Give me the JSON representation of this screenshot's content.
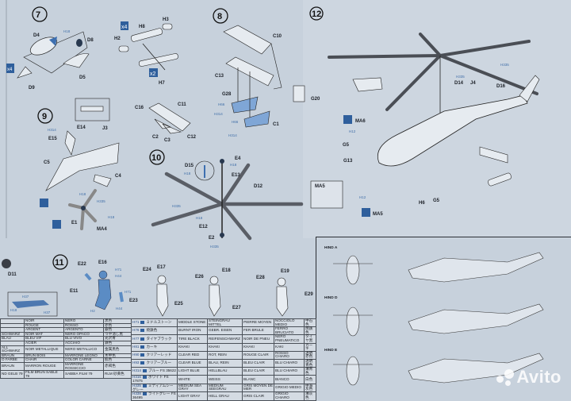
{
  "steps": [
    "7",
    "8",
    "9",
    "10",
    "11",
    "12"
  ],
  "parts": {
    "s7": [
      "D4",
      "D8",
      "D5",
      "D9",
      "H8",
      "H3",
      "H2",
      "H7"
    ],
    "s7_qty": [
      "x4",
      "x4",
      "x2"
    ],
    "s7_paint": [
      "H18"
    ],
    "s8": [
      "C10",
      "C13",
      "G28",
      "C1",
      "G20",
      "C16",
      "C11",
      "C2",
      "C3",
      "C12"
    ],
    "s8_paint": [
      "H66",
      "H314",
      "H66",
      "H314"
    ],
    "s9": [
      "E14",
      "J3",
      "E15",
      "C5",
      "C4",
      "E1",
      "MA4"
    ],
    "s9_paint": [
      "H314",
      "H18",
      "H335",
      "H18"
    ],
    "s10": [
      "D15",
      "E4",
      "E13",
      "D12",
      "E12",
      "E2"
    ],
    "s10_paint": [
      "H18",
      "H18",
      "H335",
      "H18",
      "H335"
    ],
    "s11": [
      "E22",
      "E16",
      "E11",
      "E23",
      "E24",
      "E17",
      "E25",
      "E26",
      "E18",
      "E27",
      "E28",
      "E19",
      "E29",
      "D11"
    ],
    "s11_paint": [
      "H71",
      "H44",
      "H71",
      "H44",
      "H2",
      "H37",
      "H18",
      "H37"
    ],
    "s12": [
      "MA6",
      "G5",
      "G13",
      "MA5",
      "MA5",
      "H6",
      "G5",
      "D14",
      "J4",
      "D16"
    ],
    "s12_paint": [
      "H335",
      "H335",
      "H12",
      "H12"
    ]
  },
  "profiles": {
    "labels": [
      "HIND A",
      "HIND D",
      "HIND E"
    ]
  },
  "color_table_left": [
    [
      "",
      "NOIR",
      "NERO",
      "黒色"
    ],
    [
      "",
      "ROUGE",
      "ROSSO",
      "赤色"
    ],
    [
      "",
      "ARGENT",
      "ARGENTO",
      "銀色"
    ],
    [
      "SCHWARZ",
      "NOIR MAT",
      "NERO OPACO",
      "つや消し黒"
    ],
    [
      "BLAU",
      "BLEU VIF",
      "BLU VIVO",
      "光沢青"
    ],
    [
      "",
      "ACIER",
      "ACCIAIO",
      "鉄色"
    ],
    [
      "ALL SCHWARZ",
      "NOIR METALLIQUE",
      "NERO METALLICO",
      "金属黒色"
    ],
    [
      "BRAUN",
      "BRUN BOIS",
      "MARRONE LEGNO",
      "木甲色"
    ],
    [
      "O FARBE",
      "CHAIR",
      "COLOR CARNE",
      "肌色"
    ],
    [
      "BRAUN",
      "MARRON ROUGE",
      "MARRONE ROSSICCIO",
      "赤褐色"
    ],
    [
      "ND GELB 79",
      "FILM BRUN SABLE 79",
      "SABBIA FILM 79",
      "RLM 砂黄色"
    ]
  ],
  "color_table_right": [
    [
      "H71",
      "ミドルストーン",
      "MIDDLE STONE",
      "STEINGRAU MITTEL",
      "PIERRE MOYEN",
      "NOCCIOLO MEDIO",
      "中石色"
    ],
    [
      "H76",
      "焼鉄色",
      "BURNT IRON",
      "GEBR. EISEN",
      "FER BRULE",
      "FERRO BRUCIATO",
      "焼鉄色"
    ],
    [
      "H77",
      "タイヤブラック",
      "TIRE BLACK",
      "REIFENSCHWARZ",
      "NOIR DE PNEU",
      "NERO PNEUMATICO",
      "タイヤ黒"
    ],
    [
      "H81",
      "カーキ",
      "KHAKI",
      "KHAKI",
      "KHAKI",
      "KAKI",
      "カーキ"
    ],
    [
      "H90",
      "クリアーレッド",
      "CLEAR RED",
      "ROT, REIN",
      "ROUGE CLAIR",
      "ROSSO CHIARO",
      "透明赤色"
    ],
    [
      "H93",
      "クリアーブルー",
      "CLEAR BLUE",
      "BLAU, REIN",
      "BLEU CLAIR",
      "BLU CHIARO",
      "透明青色"
    ],
    [
      "H314",
      "ブルー FS 35622",
      "LIGHT BLUE",
      "HELLBLAU",
      "BLEU CLAIR",
      "BLU CHIARO",
      "薄青色"
    ],
    [
      "H316",
      "ホワイト FS 17875",
      "WHITE",
      "WEISS",
      "BLANC",
      "BIANCO",
      "白色"
    ],
    [
      "H335",
      "ミディアムシーグレー",
      "MEDIUM SEA GRAY",
      "MEDIUM SEEGRAU",
      "GRIS MOYEN DE MER",
      "GRIGIO MEDIO",
      "中海灰色"
    ],
    [
      "H338",
      "ライトグレー FS 36495",
      "LIGHT GRAY",
      "HELL GRAU",
      "GRIS CLAIR",
      "GRIGIO CHIARO",
      "薄灰色"
    ]
  ],
  "watermark": "Avito",
  "colors": {
    "paper": "#c7d1dc",
    "part_blue": "#5b8cc4",
    "code_blue": "#2c4f86",
    "rotor": "#4a4e55"
  }
}
